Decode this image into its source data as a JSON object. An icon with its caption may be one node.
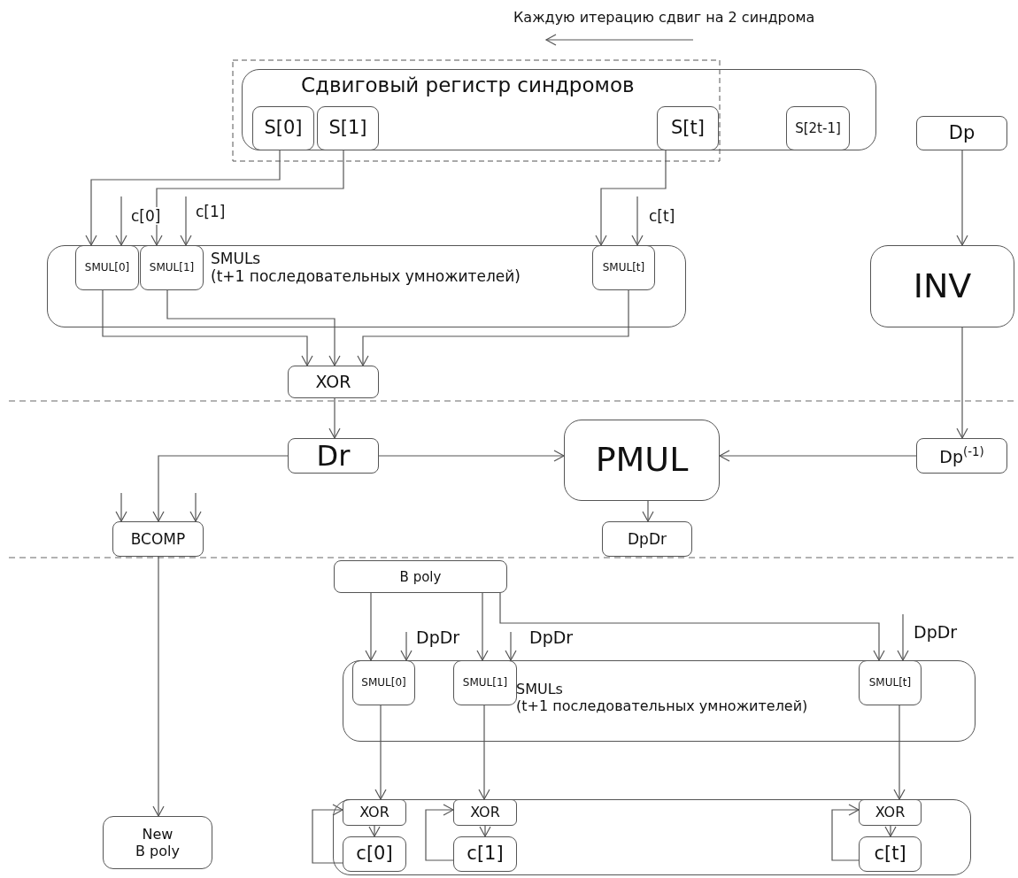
{
  "diagram": {
    "nodes": [
      {
        "text": [
          "Сдвиговый регистр синдромов"
        ]
      },
      {
        "text": [
          "S[0]"
        ],
        "in": 0
      },
      {
        "text": [
          "S[1]"
        ],
        "in": 0
      },
      {
        "text": [
          "S[t]"
        ],
        "in": 0
      },
      {
        "text": [
          "S[2t-1]"
        ],
        "in": 0
      },
      {
        "text": [
          "Dp"
        ]
      },
      {
        "text": [
          "SMULs",
          "(t+1 последовательных умножителей)"
        ]
      },
      {
        "text": [
          "SMUL[0]"
        ],
        "in": 6
      },
      {
        "text": [
          "SMUL[1]"
        ],
        "in": 6
      },
      {
        "text": [
          "SMUL[t]"
        ],
        "in": 6
      },
      {
        "text": [
          "INV"
        ]
      },
      {
        "text": [
          "XOR"
        ]
      },
      {
        "text": [
          "Dr"
        ]
      },
      {
        "text": [
          "PMUL"
        ]
      },
      {
        "text": [
          "Dp$^{(-1)}$"
        ]
      },
      {
        "text": [
          "BCOMP"
        ]
      },
      {
        "text": [
          "DpDr"
        ]
      },
      {
        "text": [
          "B poly"
        ]
      },
      {
        "text": [
          "SMULs",
          "(t+1 последовательных умножителей)"
        ]
      },
      {
        "text": [
          "SMUL[0]"
        ],
        "in": 18
      },
      {
        "text": [
          "SMUL[1]"
        ],
        "in": 18
      },
      {
        "text": [
          "SMUL[t]"
        ],
        "in": 18
      },
      {
        "text": [
          "New B poly"
        ]
      },
      {
        "text": [],
        "shape": "box"
      },
      {
        "text": [
          "XOR"
        ],
        "in": 23
      },
      {
        "text": [
          "c[0]"
        ],
        "in": 23
      },
      {
        "text": [
          "XOR"
        ],
        "in": 23
      },
      {
        "text": [
          "c[1]"
        ],
        "in": 23
      },
      {
        "text": [
          "XOR"
        ],
        "in": 23
      },
      {
        "text": [
          "c[t]"
        ],
        "in": 23
      }
    ],
    "edges": [
      {
        "from": 1,
        "to": 7,
        "arrow": "to"
      },
      {
        "from": 2,
        "to": 8,
        "arrow": "to"
      },
      {
        "from": 3,
        "to": 9,
        "arrow": "to"
      },
      {
        "from": null,
        "to": 7,
        "arrow": "to",
        "label": "c[0]"
      },
      {
        "from": null,
        "to": 8,
        "arrow": "to",
        "label": "c[1]"
      },
      {
        "from": null,
        "to": 9,
        "arrow": "to",
        "label": "c[t]"
      },
      {
        "from": 5,
        "to": 10,
        "arrow": "to"
      },
      {
        "from": 7,
        "to": 11,
        "arrow": "to"
      },
      {
        "from": 8,
        "to": 11,
        "arrow": "to"
      },
      {
        "from": 9,
        "to": 11,
        "arrow": "to"
      },
      {
        "from": 11,
        "to": 12,
        "arrow": "to"
      },
      {
        "from": 12,
        "to": 15,
        "arrow": "to"
      },
      {
        "from": 12,
        "to": 13,
        "arrow": "to"
      },
      {
        "from": 14,
        "to": 13,
        "arrow": "to"
      },
      {
        "from": 10,
        "to": 14,
        "arrow": "to"
      },
      {
        "from": 13,
        "to": 16,
        "arrow": "to"
      },
      {
        "from": null,
        "to": 15,
        "arrow": "to"
      },
      {
        "from": null,
        "to": 15,
        "arrow": "to"
      },
      {
        "from": 15,
        "to": 22,
        "arrow": "to"
      },
      {
        "from": 17,
        "to": 19,
        "arrow": "to"
      },
      {
        "from": 17,
        "to": 20,
        "arrow": "to"
      },
      {
        "from": 17,
        "to": 21,
        "arrow": "to"
      },
      {
        "from": null,
        "to": 19,
        "arrow": "to",
        "label": "DpDr"
      },
      {
        "from": null,
        "to": 20,
        "arrow": "to",
        "label": "DpDr"
      },
      {
        "from": null,
        "to": 21,
        "arrow": "to",
        "label": "DpDr"
      },
      {
        "from": 19,
        "to": 24,
        "arrow": "to"
      },
      {
        "from": 20,
        "to": 26,
        "arrow": "to"
      },
      {
        "from": 21,
        "to": 28,
        "arrow": "to"
      },
      {
        "from": 24,
        "to": 25,
        "arrow": "to"
      },
      {
        "from": 26,
        "to": 27,
        "arrow": "to"
      },
      {
        "from": 28,
        "to": 29,
        "arrow": "to"
      },
      {
        "from": 25,
        "to": 24,
        "arrow": "to"
      },
      {
        "from": 27,
        "to": 26,
        "arrow": "to"
      },
      {
        "from": 29,
        "to": 28,
        "arrow": "to"
      }
    ],
    "labels": [
      "Каждую итерацию сдвиг на 2 синдрома"
    ]
  }
}
